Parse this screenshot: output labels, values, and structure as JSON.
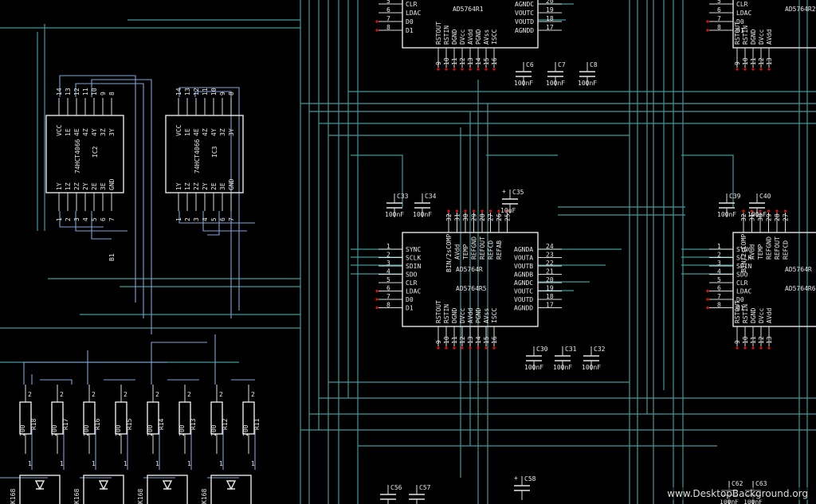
{
  "watermark": "www.DesktopBackground.org",
  "ics": {
    "ic2": {
      "name": "74HCT4066",
      "ref": "IC2"
    },
    "ic3": {
      "name": "74HCT4066",
      "ref": "IC3"
    },
    "top_pins": [
      "14",
      "13",
      "12",
      "11",
      "10",
      "9",
      "8"
    ],
    "top_labels": [
      "VCC",
      "1E",
      "4E",
      "4Z",
      "4Y",
      "3Z",
      "3Y"
    ],
    "bot_pins": [
      "1",
      "2",
      "3",
      "4",
      "5",
      "6",
      "7"
    ],
    "bot_labels": [
      "1Y",
      "1Z",
      "2Z",
      "2Y",
      "2E",
      "3E",
      "GND"
    ]
  },
  "dacs": {
    "top_center": "AD5764R1",
    "center_a": "AD5764R",
    "center_b": "AD5764R5",
    "right_top": "AD5764R2",
    "right_mid_a": "AD5764R",
    "right_mid_b": "AD5764R6",
    "left_pins": [
      "1",
      "2",
      "3",
      "4",
      "5",
      "6",
      "7",
      "8"
    ],
    "left_labels": [
      "SYNC",
      "SCLK",
      "SDIN",
      "SDO",
      "CLR",
      "LDAC",
      "D0",
      "D1"
    ],
    "right_pins": [
      "24",
      "23",
      "22",
      "21",
      "20",
      "19",
      "18",
      "17"
    ],
    "right_labels": [
      "AGNDA",
      "VOUTA",
      "VOUTB",
      "AGNDB",
      "AGNDC",
      "VOUTC",
      "VOUTD",
      "AGNDD"
    ],
    "top_pins": [
      "32",
      "31",
      "30",
      "29",
      "28",
      "27",
      "26",
      "25"
    ],
    "top_labels": [
      "BIN/2sCOMP",
      "AVdd",
      "TEMP",
      "REFGND",
      "REFOUT",
      "REFCD",
      "REFAB"
    ],
    "bot_pins": [
      "9",
      "10",
      "11",
      "12",
      "13",
      "14",
      "15",
      "16"
    ],
    "bot_labels": [
      "RSTOUT",
      "RSTIN",
      "DGND",
      "DVcc",
      "AVdd",
      "PGND",
      "AVss",
      "ISCC"
    ],
    "top_left_pins": [
      "7",
      "8"
    ],
    "top_left_labels": [
      "CLR",
      "LDAC",
      "D0",
      "D1"
    ],
    "top_right_pins": [
      "20",
      "19",
      "18",
      "17"
    ],
    "top_right_labels": [
      "AGNDC",
      "VOUTC",
      "VOUTD",
      "AGNDD"
    ],
    "right_top_left_labels": [
      "CLR",
      "LDAC",
      "D0",
      "D1"
    ]
  },
  "caps": {
    "top": [
      {
        "ref": "C6",
        "value": "100nF"
      },
      {
        "ref": "C7",
        "value": "100nF"
      },
      {
        "ref": "C8",
        "value": "100nF"
      }
    ],
    "mid_left": [
      {
        "ref": "C33",
        "value": "100nF"
      },
      {
        "ref": "C34",
        "value": "100nF"
      }
    ],
    "mid_pol": {
      "ref": "C35",
      "value": "10uF"
    },
    "mid_bot": [
      {
        "ref": "C30",
        "value": "100nF"
      },
      {
        "ref": "C31",
        "value": "100nF"
      },
      {
        "ref": "C32",
        "value": "100nF"
      }
    ],
    "right_mid": [
      {
        "ref": "C39",
        "value": "100nF"
      },
      {
        "ref": "C40",
        "value": "100nF"
      }
    ],
    "bottom": [
      {
        "ref": "C56"
      },
      {
        "ref": "C57"
      },
      {
        "ref": "C58"
      },
      {
        "ref": "C62",
        "value": "100nF"
      },
      {
        "ref": "C63",
        "value": "100nF"
      }
    ]
  },
  "resistors": [
    {
      "ref": "R18",
      "value": "200"
    },
    {
      "ref": "R17",
      "value": "200"
    },
    {
      "ref": "R16",
      "value": "200"
    },
    {
      "ref": "R15",
      "value": "200"
    },
    {
      "ref": "R14",
      "value": "200"
    },
    {
      "ref": "R13",
      "value": "200"
    },
    {
      "ref": "R12",
      "value": "200"
    },
    {
      "ref": "R11",
      "value": "200"
    }
  ],
  "optos": [
    "K168",
    "K168",
    "K168",
    "K168"
  ],
  "misc": {
    "jumper": "B1"
  }
}
